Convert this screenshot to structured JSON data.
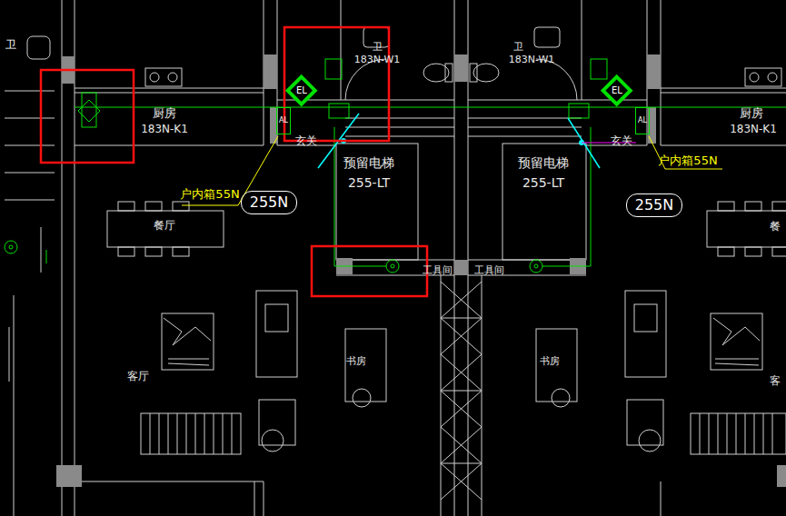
{
  "diagram": {
    "nodes": [
      {
        "text": [
          "EL"
        ]
      },
      {
        "text": [
          "EL"
        ]
      },
      {
        "text": [
          "AL"
        ]
      },
      {
        "text": [
          "AL"
        ]
      },
      {
        "text": [
          "预留电梯",
          "255-LT"
        ]
      },
      {
        "text": [
          "预留电梯",
          "255-LT"
        ]
      },
      {
        "text": [
          "255N"
        ]
      },
      {
        "text": [
          "255N"
        ]
      }
    ],
    "labels": [
      "卫",
      "厨房",
      "183N-K1",
      "卫",
      "183N-W1",
      "卫",
      "183N-W1",
      "厨房",
      "183N-K1",
      "玄关",
      "玄关",
      "户内箱55N",
      "户内箱55N",
      "餐厅",
      "餐",
      "客厅",
      "客",
      "书房",
      "书房",
      "工具间",
      "工具间"
    ]
  }
}
